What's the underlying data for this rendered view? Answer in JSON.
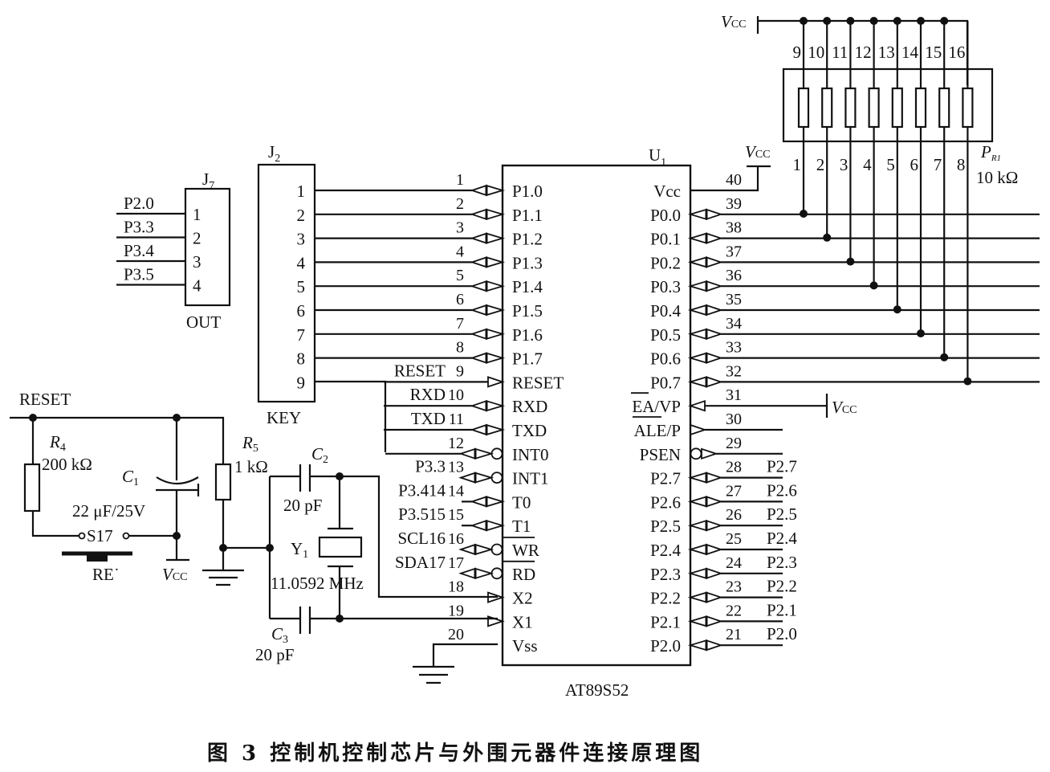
{
  "caption": "图 3   控制机控制芯片与外围元器件连接原理图",
  "chip": {
    "ref": "U1",
    "part": "AT89S52",
    "left_pins": [
      {
        "num": "1",
        "name": "P1.0",
        "ext": "",
        "type": "bidir"
      },
      {
        "num": "2",
        "name": "P1.1",
        "ext": "",
        "type": "bidir"
      },
      {
        "num": "3",
        "name": "P1.2",
        "ext": "",
        "type": "bidir"
      },
      {
        "num": "4",
        "name": "P1.3",
        "ext": "",
        "type": "bidir"
      },
      {
        "num": "5",
        "name": "P1.4",
        "ext": "",
        "type": "bidir"
      },
      {
        "num": "6",
        "name": "P1.5",
        "ext": "",
        "type": "bidir"
      },
      {
        "num": "7",
        "name": "P1.6",
        "ext": "",
        "type": "bidir"
      },
      {
        "num": "8",
        "name": "P1.7",
        "ext": "",
        "type": "bidir"
      },
      {
        "num": "9",
        "name": "RESET",
        "ext": "RESET",
        "type": "input"
      },
      {
        "num": "10",
        "name": "RXD",
        "ext": "RXD",
        "type": "bidir"
      },
      {
        "num": "11",
        "name": "TXD",
        "ext": "TXD",
        "type": "bidir"
      },
      {
        "num": "12",
        "name": "INT0",
        "ext": "",
        "type": "bidir-inv"
      },
      {
        "num": "13",
        "name": "INT1",
        "ext": "P3.3",
        "type": "bidir-inv"
      },
      {
        "num": "14",
        "name": "T0",
        "ext": "P3.414",
        "type": "bidir"
      },
      {
        "num": "15",
        "name": "T1",
        "ext": "P3.515",
        "type": "bidir"
      },
      {
        "num": "16",
        "name": "WR",
        "ext": "SCL16",
        "type": "bidir-inv"
      },
      {
        "num": "17",
        "name": "RD",
        "ext": "SDA17",
        "type": "bidir-inv"
      },
      {
        "num": "18",
        "name": "X2",
        "ext": "",
        "type": "input"
      },
      {
        "num": "19",
        "name": "X1",
        "ext": "",
        "type": "input"
      },
      {
        "num": "20",
        "name": "Vss",
        "ext": "",
        "type": "plain"
      }
    ],
    "right_pins": [
      {
        "num": "40",
        "name": "Vcc",
        "ext": "",
        "type": "plain"
      },
      {
        "num": "39",
        "name": "P0.0",
        "ext": "",
        "type": "bidir"
      },
      {
        "num": "38",
        "name": "P0.1",
        "ext": "",
        "type": "bidir"
      },
      {
        "num": "37",
        "name": "P0.2",
        "ext": "",
        "type": "bidir"
      },
      {
        "num": "36",
        "name": "P0.3",
        "ext": "",
        "type": "bidir"
      },
      {
        "num": "35",
        "name": "P0.4",
        "ext": "",
        "type": "bidir"
      },
      {
        "num": "34",
        "name": "P0.5",
        "ext": "",
        "type": "bidir"
      },
      {
        "num": "33",
        "name": "P0.6",
        "ext": "",
        "type": "bidir"
      },
      {
        "num": "32",
        "name": "P0.7",
        "ext": "",
        "type": "bidir"
      },
      {
        "num": "31",
        "name": "EA/VP",
        "ext": "",
        "type": "input"
      },
      {
        "num": "30",
        "name": "ALE/P",
        "ext": "",
        "type": "output"
      },
      {
        "num": "29",
        "name": "PSEN",
        "ext": "",
        "type": "output-inv"
      },
      {
        "num": "28",
        "name": "P2.7",
        "ext": "P2.7",
        "type": "bidir"
      },
      {
        "num": "27",
        "name": "P2.6",
        "ext": "P2.6",
        "type": "bidir"
      },
      {
        "num": "26",
        "name": "P2.5",
        "ext": "P2.5",
        "type": "bidir"
      },
      {
        "num": "25",
        "name": "P2.4",
        "ext": "P2.4",
        "type": "bidir"
      },
      {
        "num": "24",
        "name": "P2.3",
        "ext": "P2.3",
        "type": "bidir"
      },
      {
        "num": "23",
        "name": "P2.2",
        "ext": "P2.2",
        "type": "bidir"
      },
      {
        "num": "22",
        "name": "P2.1",
        "ext": "P2.1",
        "type": "bidir"
      },
      {
        "num": "21",
        "name": "P2.0",
        "ext": "P2.0",
        "type": "bidir"
      }
    ]
  },
  "j2": {
    "ref": "J2",
    "label": "KEY",
    "pins": [
      "1",
      "2",
      "3",
      "4",
      "5",
      "6",
      "7",
      "8",
      "9"
    ]
  },
  "j7": {
    "ref": "J7",
    "label": "OUT",
    "pins": [
      "1",
      "2",
      "3",
      "4"
    ],
    "nets": [
      "P2.0",
      "P3.3",
      "P3.4",
      "P3.5"
    ]
  },
  "resnet": {
    "ref": "PR1",
    "ref_main": "P",
    "ref_sub": "R1",
    "value": "10 kΩ",
    "top_pins": [
      "9",
      "10",
      "11",
      "12",
      "13",
      "14",
      "15",
      "16"
    ],
    "bottom_pins": [
      "1",
      "2",
      "3",
      "4",
      "5",
      "6",
      "7",
      "8"
    ]
  },
  "vcc": {
    "main": "V",
    "sub": "CC"
  },
  "reset_circuit": {
    "net": "RESET",
    "r4_ref": "R",
    "r4_sub": "4",
    "r4_value": "200 kΩ",
    "r5_ref": "R",
    "r5_sub": "5",
    "r5_value": "1 kΩ",
    "c1_ref": "C",
    "c1_sub": "1",
    "c1_value": "22 μF/25V",
    "switch": "S17",
    "switch_label": "RE˙"
  },
  "osc": {
    "c2_ref": "C",
    "c2_sub": "2",
    "c2_value": "20 pF",
    "c3_ref": "C",
    "c3_sub": "3",
    "c3_value": "20 pF",
    "y1_ref": "Y",
    "y1_sub": "1",
    "y1_value": "11.0592 MHz"
  }
}
